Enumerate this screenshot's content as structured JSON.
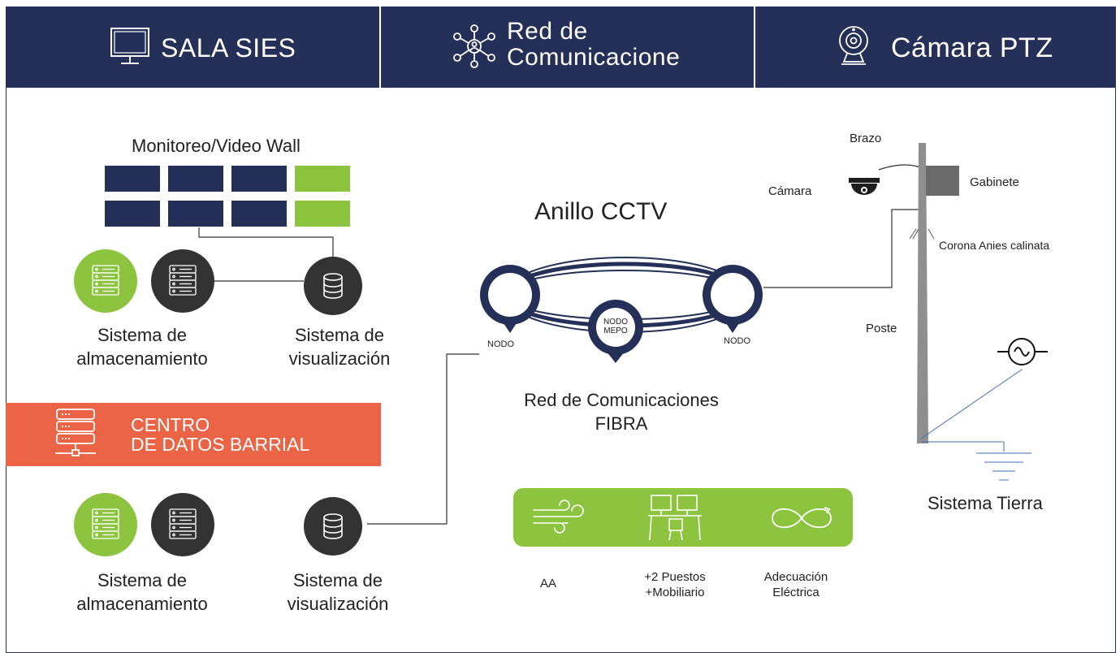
{
  "header": {
    "sala_sies": "SALA SIES",
    "red_line1": "Red de",
    "red_line2": "Comunicacione",
    "camara_ptz": "Cámara PTZ"
  },
  "sala": {
    "video_wall_title": "Monitoreo/Video Wall",
    "storage_line1": "Sistema de",
    "storage_line2": "almacenamiento",
    "visual_line1": "Sistema de",
    "visual_line2": "visualización"
  },
  "centro": {
    "line1": "CENTRO",
    "line2": "DE DATOS BARRIAL",
    "storage_line1": "Sistema de",
    "storage_line2": "almacenamiento",
    "visual_line1": "Sistema de",
    "visual_line2": "visualización"
  },
  "ring": {
    "title": "Anillo CCTV",
    "node_left": "NODO",
    "node_right": "NODO",
    "node_center_line1": "NODO",
    "node_center_line2": "MEPO",
    "caption_line1": "Red de Comunicaciones",
    "caption_line2": "FIBRA"
  },
  "facilities": {
    "aa": "AA",
    "puestos_line1": "+2 Puestos",
    "puestos_line2": "+Mobiliario",
    "electrica_line1": "Adecuación",
    "electrica_line2": "Eléctrica"
  },
  "pole": {
    "brazo": "Brazo",
    "camara": "Cámara",
    "gabinete": "Gabinete",
    "corona": "Corona Anies calinata",
    "poste": "Poste",
    "tierra": "Sistema Tierra"
  },
  "colors": {
    "navy": "#243057",
    "green": "#8dc43f",
    "orange": "#ea6445",
    "dark": "#333333",
    "gray": "#808080"
  },
  "icons": [
    "monitor-icon",
    "network-icon",
    "webcam-icon",
    "server-rack-icon",
    "database-icon",
    "wind-icon",
    "workstation-icon",
    "infinity-icon",
    "ac-source-icon",
    "ground-icon"
  ]
}
